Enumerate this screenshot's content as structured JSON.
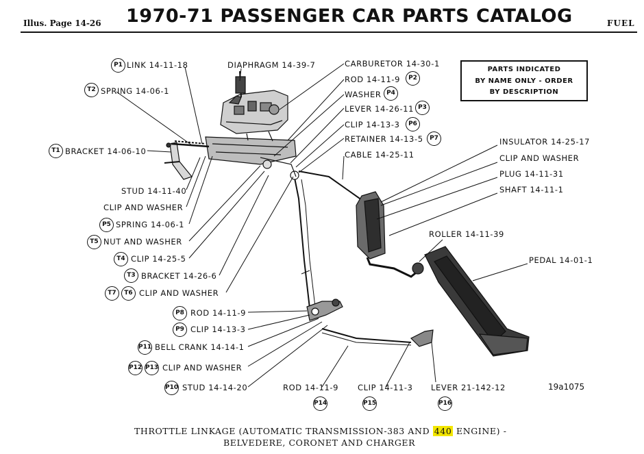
{
  "header": {
    "illus_page": "Illus. Page 14-26",
    "title": "1970-71 PASSENGER CAR PARTS CATALOG",
    "section": "FUEL"
  },
  "notice": {
    "line1": "PARTS INDICATED",
    "line2": "BY NAME ONLY - ORDER",
    "line3": "BY DESCRIPTION"
  },
  "labels": {
    "p1_link": "LINK 14-11-18",
    "diaphragm": "DIAPHRAGM 14-39-7",
    "carburetor": "CARBURETOR 14-30-1",
    "p2_rod": "ROD 14-11-9",
    "p4_washer": "WASHER",
    "p3_lever": "LEVER 14-26-11",
    "p6_clip": "CLIP 14-13-3",
    "p7_retainer": "RETAINER 14-13-5",
    "cable": "CABLE 14-25-11",
    "t2_spring": "SPRING 14-06-1",
    "t1_bracket": "BRACKET 14-06-10",
    "stud_1": "STUD 14-11-40",
    "clip_washer_1": "CLIP AND WASHER",
    "p5_spring": "SPRING 14-06-1",
    "t5_nut": "NUT AND WASHER",
    "t4_clip": "CLIP 14-25-5",
    "t3_bracket": "BRACKET 14-26-6",
    "t7t6_clip": "CLIP AND WASHER",
    "p8_rod": "ROD 14-11-9",
    "p9_clip": "CLIP 14-13-3",
    "p11_bell": "BELL CRANK 14-14-1",
    "p12p13_clip": "CLIP AND WASHER",
    "p10_stud": "STUD 14-14-20",
    "p14_rod": "ROD 14-11-9",
    "p15_clip": "CLIP 14-11-3",
    "p16_lever": "LEVER 21-142-12",
    "insulator": "INSULATOR 14-25-17",
    "clip_washer_2": "CLIP AND WASHER",
    "plug": "PLUG 14-11-31",
    "shaft": "SHAFT 14-11-1",
    "roller": "ROLLER 14-11-39",
    "pedal": "PEDAL 14-01-1"
  },
  "callouts": {
    "P1": "P1",
    "P2": "P2",
    "P3": "P3",
    "P4": "P4",
    "P5": "P5",
    "P6": "P6",
    "P7": "P7",
    "P8": "P8",
    "P9": "P9",
    "P10": "P10",
    "P11": "P11",
    "P12": "P12",
    "P13": "P13",
    "P14": "P14",
    "P15": "P15",
    "P16": "P16",
    "T1": "T1",
    "T2": "T2",
    "T3": "T3",
    "T4": "T4",
    "T5": "T5",
    "T6": "T6",
    "T7": "T7"
  },
  "figure_number": "19a1075",
  "caption": {
    "line1_before": "THROTTLE LINKAGE (AUTOMATIC TRANSMISSION-383 AND ",
    "line1_highlight": "440",
    "line1_after": " ENGINE) -",
    "line2": "BELVEDERE, CORONET AND CHARGER",
    "highlight_color": "#f3e600"
  }
}
